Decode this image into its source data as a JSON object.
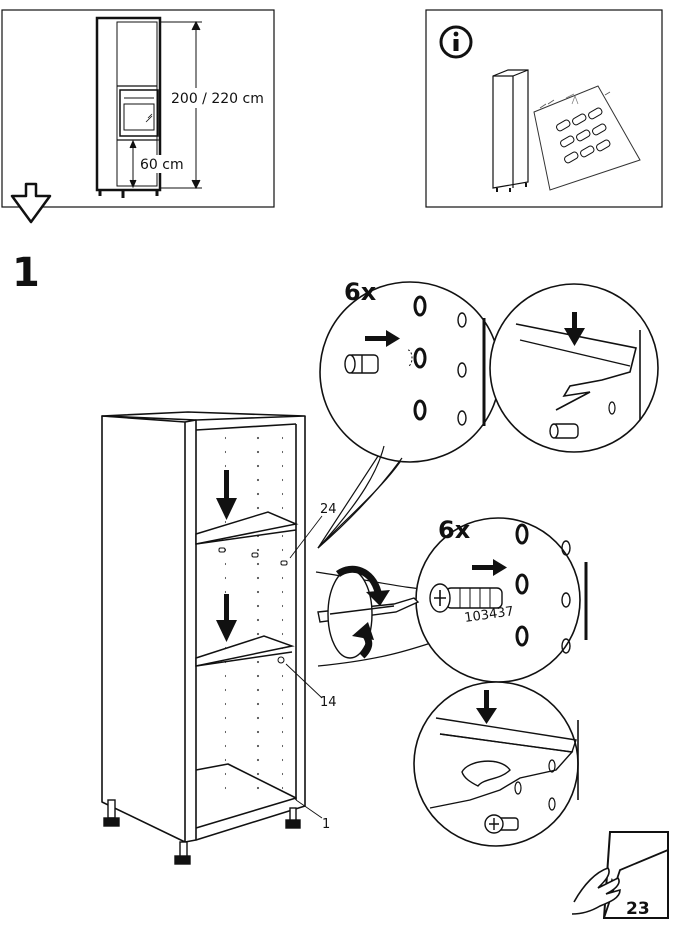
{
  "diagram_panel": {
    "height_label": "200 / 220 cm",
    "oven_height_label": "60 cm"
  },
  "info_panel": {
    "info_icon": "info-icon"
  },
  "step": {
    "number": "1"
  },
  "detail_pins": {
    "quantity": "6x"
  },
  "detail_screws": {
    "quantity": "6x",
    "part_number": "103437"
  },
  "callouts": {
    "top_shelf": "24",
    "lower_shelf": "14",
    "cabinet": "1"
  },
  "page_corner": {
    "page_number": "23",
    "icon": "page-turn-hand-icon"
  }
}
